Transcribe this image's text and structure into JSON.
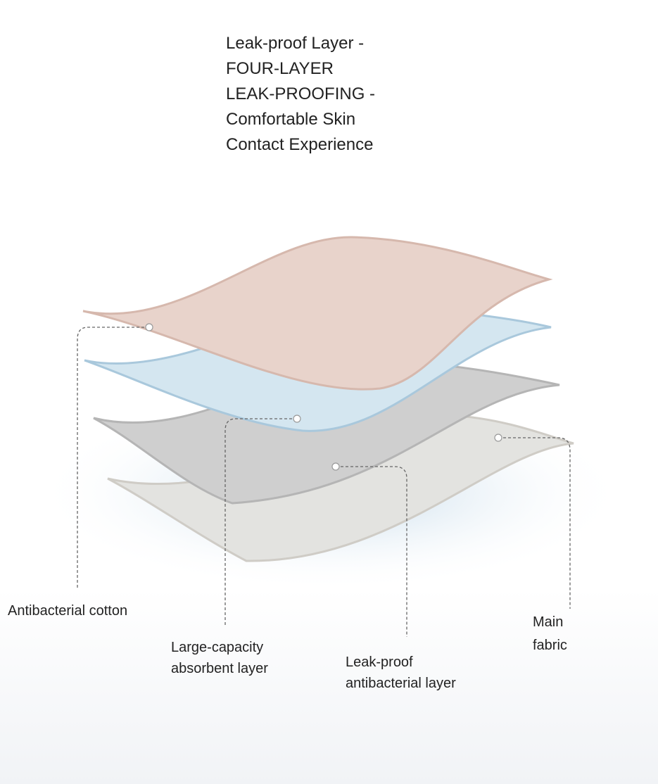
{
  "title_lines": [
    "Leak-proof Layer -",
    "FOUR-LAYER",
    "LEAK-PROOFING -",
    "Comfortable Skin",
    "Contact Experience"
  ],
  "layers": [
    {
      "name": "Antibacterial cotton",
      "color": "#e8d3cb"
    },
    {
      "name": "Large-capacity absorbent layer",
      "color": "#d4e6f0"
    },
    {
      "name": "Leak-proof antibacterial layer",
      "color": "#cfcfcf"
    },
    {
      "name": "Main fabric",
      "color": "#e3e3e0"
    }
  ],
  "labels": {
    "antibacterial_cotton": [
      "Antibacterial cotton"
    ],
    "absorbent": [
      "Large-capacity",
      "absorbent layer"
    ],
    "leak_proof": [
      "Leak-proof",
      "antibacterial layer"
    ],
    "main_fabric": [
      "Main",
      "fabric"
    ]
  }
}
